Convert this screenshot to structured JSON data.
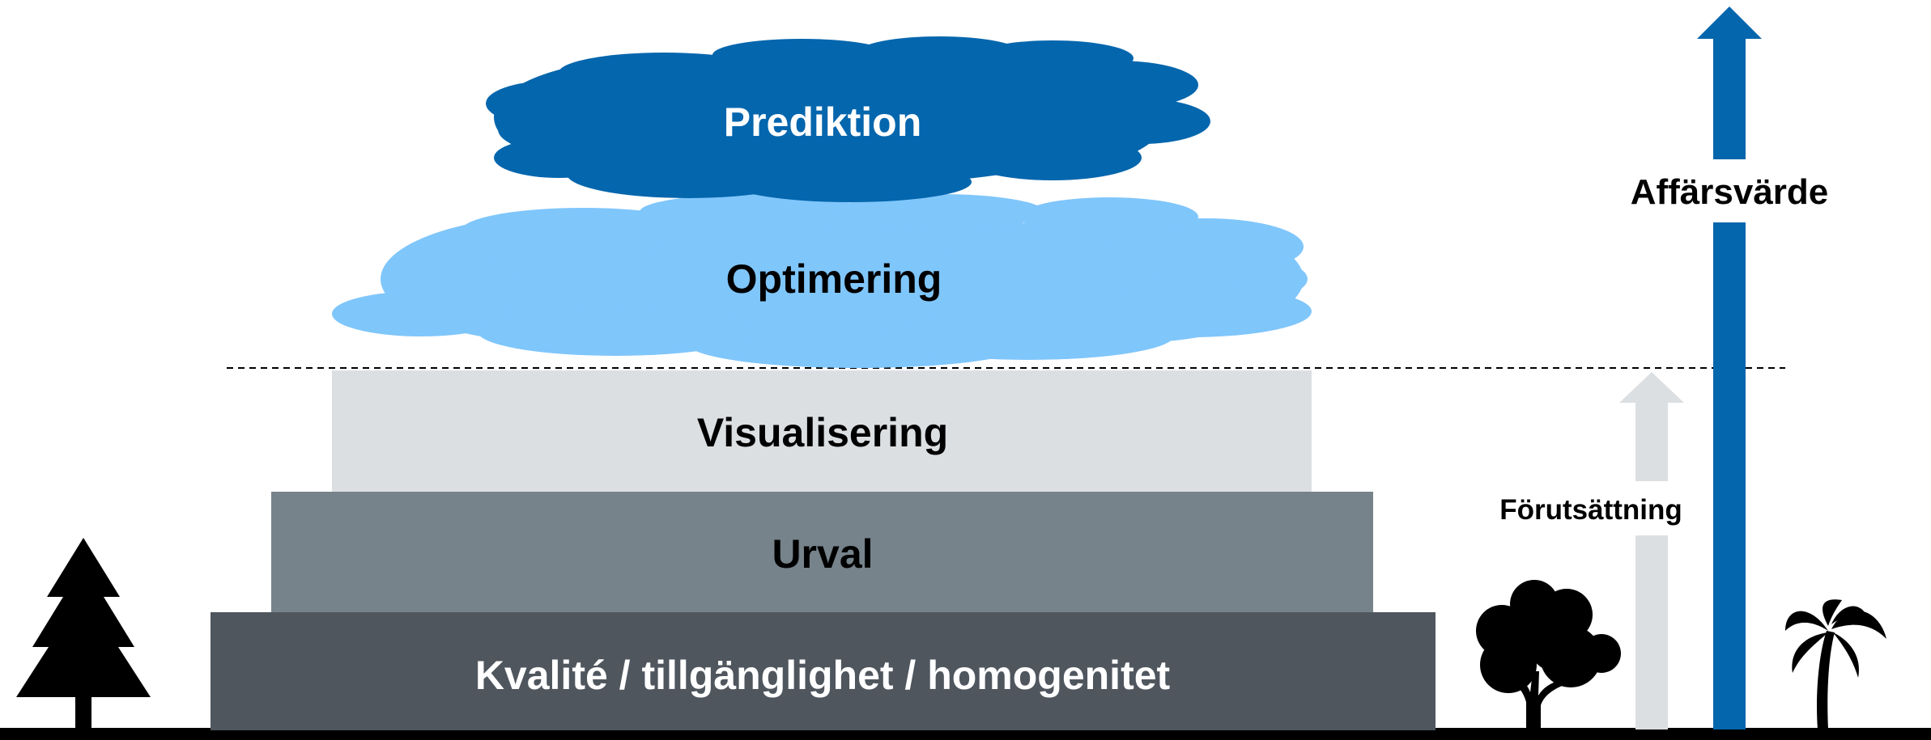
{
  "tiers": {
    "base": "Kvalité / tillgänglighet / homogenitet",
    "urval": "Urval",
    "visualisering": "Visualisering",
    "optimering": "Optimering",
    "prediktion": "Prediktion"
  },
  "arrows": {
    "forutsattning": "Förutsättning",
    "affarsvarde": "Affärsvärde"
  },
  "colors": {
    "base": "#4f565e",
    "urval": "#76838b",
    "visualisering": "#dcdfe2",
    "optimering_cloud": "#7fc6fb",
    "prediktion_cloud": "#0466ad",
    "affarsvarde_arrow": "#0466ad",
    "forutsattning_arrow": "#dcdfe2",
    "ground": "#000000"
  },
  "icons": [
    "pine-tree-icon",
    "deciduous-tree-icon",
    "palm-tree-icon"
  ]
}
